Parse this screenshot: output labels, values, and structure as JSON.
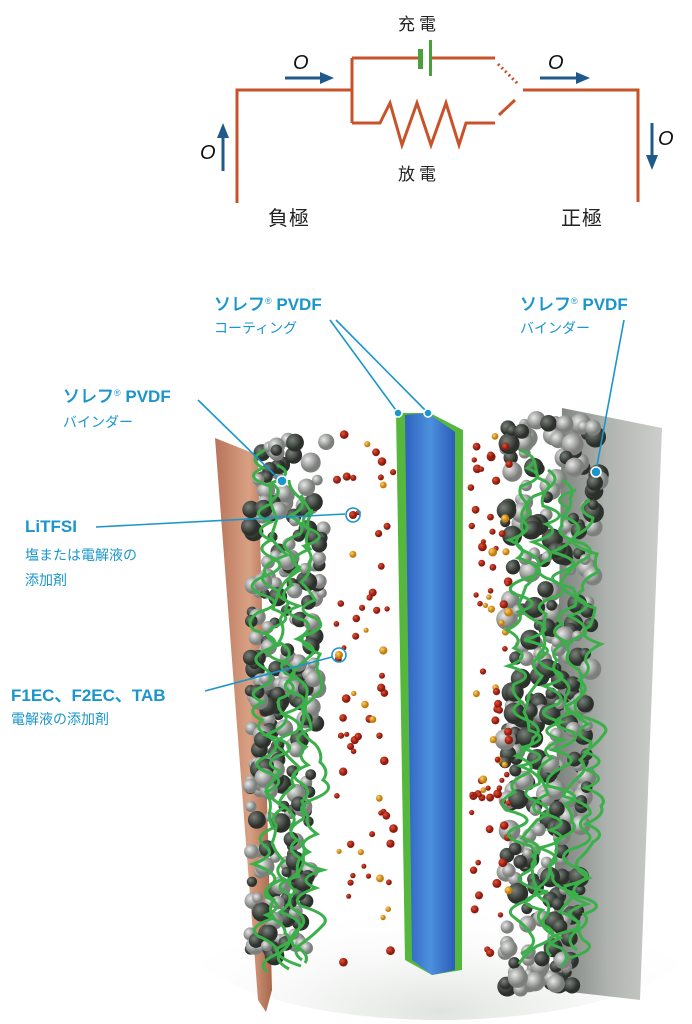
{
  "circuit": {
    "charge_label": "充電",
    "discharge_label": "放電",
    "negative_label": "負極",
    "positive_label": "正極",
    "flow_symbol": "O",
    "wire_color": "#c8532a",
    "arrow_color": "#1f5a8a",
    "battery_color": "#4aa03a"
  },
  "callouts": {
    "coating": {
      "brand": "ソレフ",
      "reg": "®",
      "product": " PVDF",
      "desc": "コーティング"
    },
    "binder_right": {
      "brand": "ソレフ",
      "reg": "®",
      "product": " PVDF",
      "desc": "バインダー"
    },
    "binder_left": {
      "brand": "ソレフ",
      "reg": "®",
      "product": " PVDF",
      "desc": "バインダー"
    },
    "litfsi": {
      "title": "LiTFSI",
      "desc1": "塩または電解液の",
      "desc2": "添加剤"
    },
    "additives": {
      "title": "F1EC、F2EC、TAB",
      "desc": "電解液の添加剤"
    }
  },
  "colors": {
    "callout": "#1a96cc",
    "anode": "#c98a6a",
    "cathode": "#9a9e9a",
    "separator_core": "#3b78d0",
    "separator_coat": "#5cc040"
  }
}
